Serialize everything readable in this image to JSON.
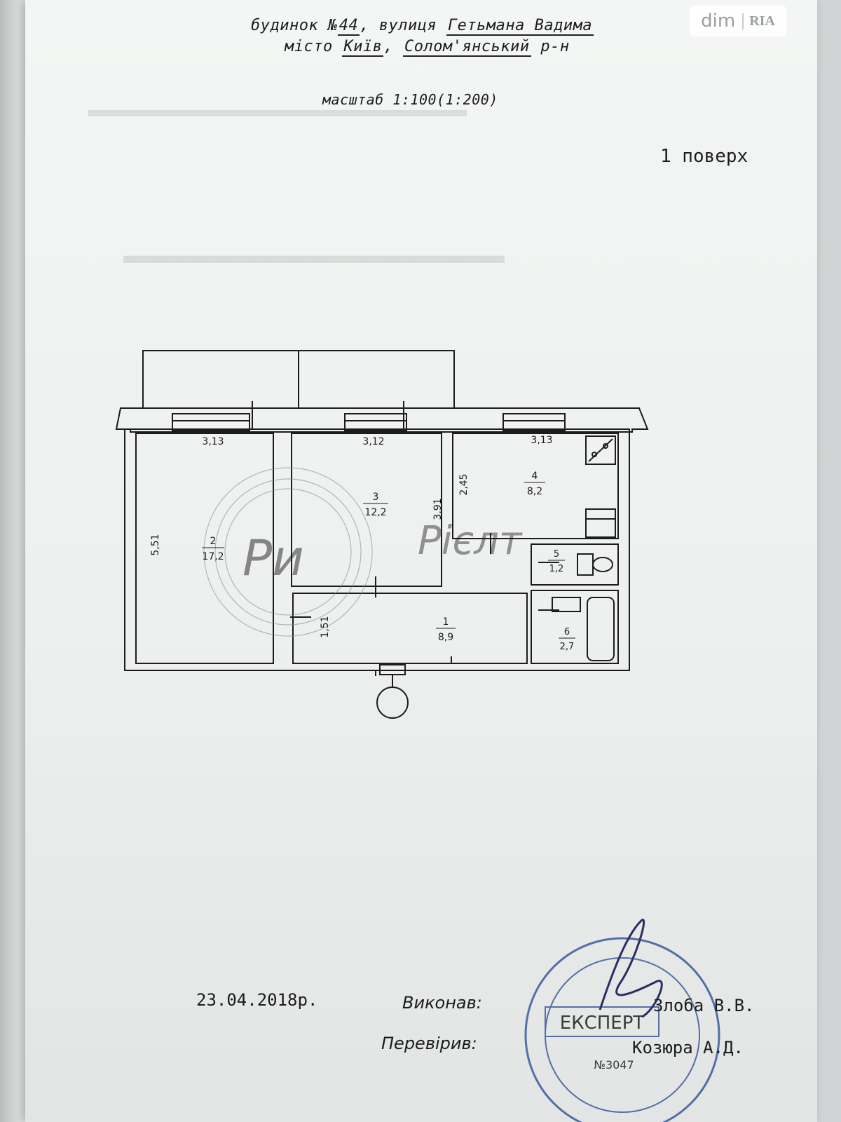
{
  "header": {
    "line1_prefix": "будинок №",
    "house_number": "44",
    "line1_mid": ", вулиця ",
    "street": "Гетьмана Вадима",
    "line2_prefix": "місто ",
    "city": "Київ",
    "line2_mid": ", ",
    "district": "Солом'янський",
    "line2_suffix": " р-н",
    "scale": "масштаб 1:100(1:200)"
  },
  "floor_label": "1 поверх",
  "watermark": {
    "dim": "dim",
    "ria": "RIA"
  },
  "plan": {
    "rooms": [
      {
        "number": "1",
        "area": "8,9"
      },
      {
        "number": "2",
        "area": "17,2"
      },
      {
        "number": "3",
        "area": "12,2"
      },
      {
        "number": "4",
        "area": "8,2"
      },
      {
        "number": "5",
        "area": "1,2"
      },
      {
        "number": "6",
        "area": "2,7"
      }
    ],
    "dimensions": {
      "room2_width": "3,13",
      "room3_width": "3,12",
      "room4_width": "3,13",
      "room2_length": "5,51",
      "room3_length": "3,91",
      "room4_length": "2,45",
      "hall_width": "1,51"
    }
  },
  "footer": {
    "date": "23.04.2018р.",
    "performed_label": "Виконав:",
    "performed_name": "Злоба В.В.",
    "checked_label": "Перевірив:",
    "checked_name": "Козюра А.Д."
  },
  "stamp": {
    "text": "ЕКСПЕРТ",
    "number": "№3047"
  }
}
